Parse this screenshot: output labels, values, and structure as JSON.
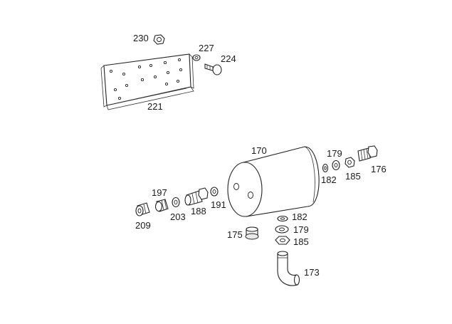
{
  "diagram": {
    "part_numbers": {
      "nut_top": "230",
      "washer_top": "227",
      "bolt_top": "224",
      "plate": "221",
      "tank": "170",
      "washer_right_1": "179",
      "washer_right_2": "182",
      "washer_right_3": "185",
      "plug_right": "176",
      "fitting_197": "197",
      "fitting_209": "209",
      "fitting_203": "203",
      "fitting_188": "188",
      "washer_191": "191",
      "washer_bottom_182": "182",
      "washer_bottom_179": "179",
      "washer_bottom_185": "185",
      "plug_175": "175",
      "elbow_173": "173"
    }
  }
}
